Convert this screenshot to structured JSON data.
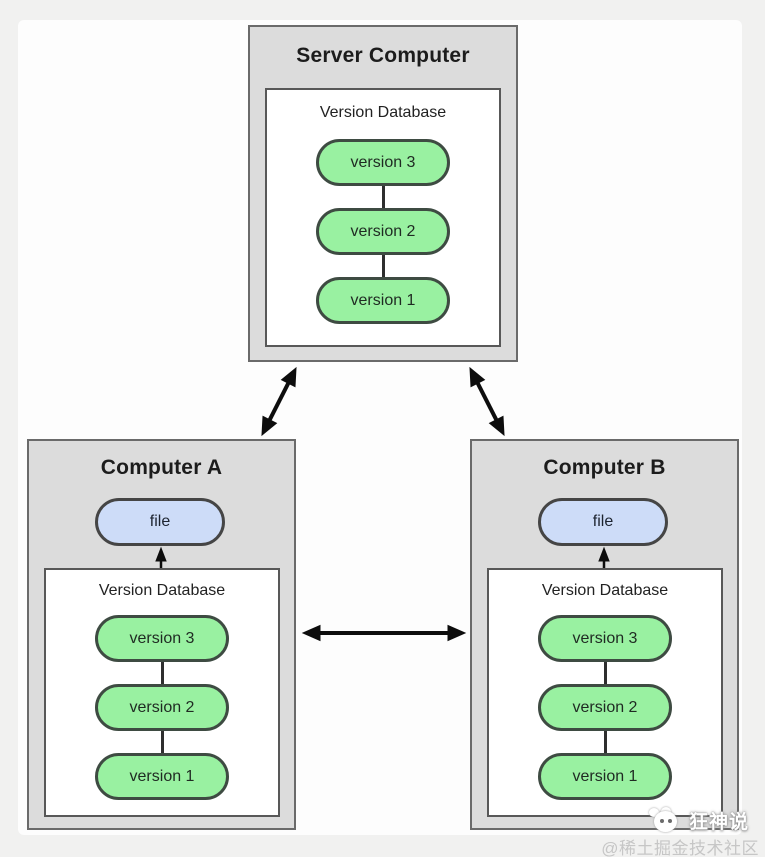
{
  "colors": {
    "page_background": "#f1f1f0",
    "content_background": "#fdfdfd",
    "machine_fill": "#dcdcdc",
    "machine_border": "#6a6a6a",
    "db_box_fill": "#ffffff",
    "version_pill_fill": "#99f1a1",
    "file_pill_fill": "#cddcf8",
    "pill_border": "#3e4b42",
    "arrow_color": "#0d0d0d"
  },
  "diagram": {
    "server": {
      "title": "Server Computer",
      "db_label": "Version Database",
      "versions": [
        "version 3",
        "version 2",
        "version 1"
      ]
    },
    "computer_a": {
      "title": "Computer A",
      "file_label": "file",
      "db_label": "Version Database",
      "versions": [
        "version 3",
        "version 2",
        "version 1"
      ]
    },
    "computer_b": {
      "title": "Computer B",
      "file_label": "file",
      "db_label": "Version Database",
      "versions": [
        "version 3",
        "version 2",
        "version 1"
      ]
    }
  },
  "watermark": {
    "brand": "狂神说",
    "community": "@稀土掘金技术社区"
  }
}
